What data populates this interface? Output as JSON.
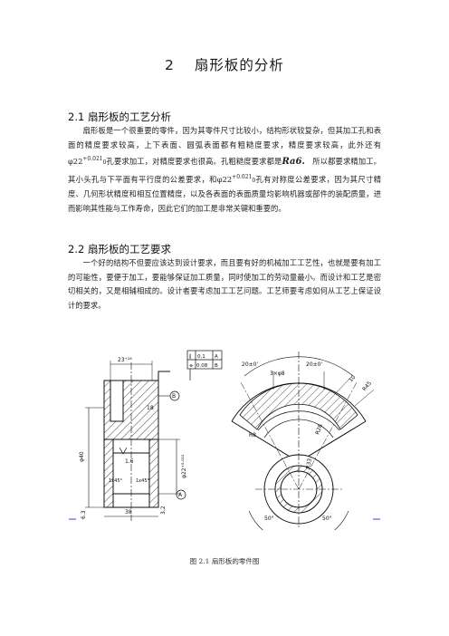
{
  "chapter": {
    "number": "2",
    "title": "扇形板的分析"
  },
  "section1": {
    "heading": "2.1 扇形板的工艺分析",
    "p_part1": "扇形板是一个很重要的零件，因为其零件尺寸比较小，结构形状较复杂，但其加工孔和表面的精度要求较高，上下表面、圆弧表面都有粗糙度要求，精度要求较高，此外还有",
    "phi": "φ22",
    "tol_up": "+0.021",
    "tol_low": "0",
    "p_part2": "孔要求加工，对精度要求也很高。孔粗糙度要求都是",
    "roughness": "Ra6.",
    "p_part3": "所以都要求精加工。  其小头孔与下平面有平行度的公差要求，和",
    "p_part4": "孔有对称度公差要求，因为其尺寸精度、几何形状精度和相互位置精度，以及各表面的表面质量均影响机器或部件的装配质量，进而影响其性能与工作寿命，因此它们的加工是非常关键和重要的。"
  },
  "section2": {
    "heading": "2.2 扇形板的工艺要求",
    "paragraph": "一个好的结构不但要应该达到设计要求，而且要有好的机械加工工艺性，也就是要有加工的可能性，要便于加工，要能够保证加工质量，同时使加工的劳动量最小。而设计和工艺是密切相关的，又是相辅相成的。设计者要考虑加工工艺问题。工艺师要考虑如何从工艺上保证设计的要求。"
  },
  "drawing": {
    "left_view": {
      "dim_top": "23⁺¹⁸",
      "dim_height": "φ40",
      "dim_bore": "φ22⁺⁰·⁰²¹",
      "dim_bottom": "38",
      "dim_bottom_left": "6.3",
      "dim_right_bottom": "3.2",
      "chamfer_left": "1x45°",
      "chamfer_right": "1x45°",
      "roughness": "1.6",
      "angle_label": "18",
      "datum_a": "A",
      "datum_b": "B"
    },
    "tolerance_frame": {
      "row1_sym": "∥",
      "row1_value": "0.1",
      "row1_datum": "A",
      "row2_sym": "⌯",
      "row2_value": "0.08",
      "row2_datum": "B"
    },
    "right_view": {
      "angle_left": "20±0'",
      "angle_right": "20±0'",
      "holes": "3×φ8",
      "r_outer": "R45",
      "r_mid": "R26",
      "r_inner": "R33",
      "r_small": "R8",
      "angle_bottom_left": "50°",
      "angle_bottom_right": "50°",
      "dim_10": "10"
    }
  },
  "caption": "图 2.1 扇形板的零件图"
}
